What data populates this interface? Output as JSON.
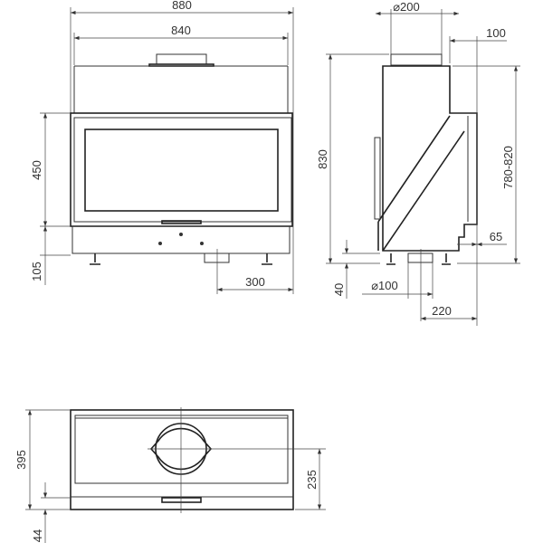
{
  "drawing": {
    "front_view": {
      "overall_width": "880",
      "body_width": "840",
      "glass_height": "450",
      "base_height": "105",
      "outlet_offset": "300"
    },
    "side_view": {
      "flue_diameter": "⌀200",
      "total_height": "830",
      "step_depth": "100",
      "adjustable_height": "780-820",
      "lower_offset": "65",
      "leg_height": "40",
      "air_inlet_diameter": "⌀100",
      "air_inlet_offset": "220"
    },
    "top_view": {
      "depth": "395",
      "flue_offset": "235",
      "front_offset": "44"
    }
  }
}
